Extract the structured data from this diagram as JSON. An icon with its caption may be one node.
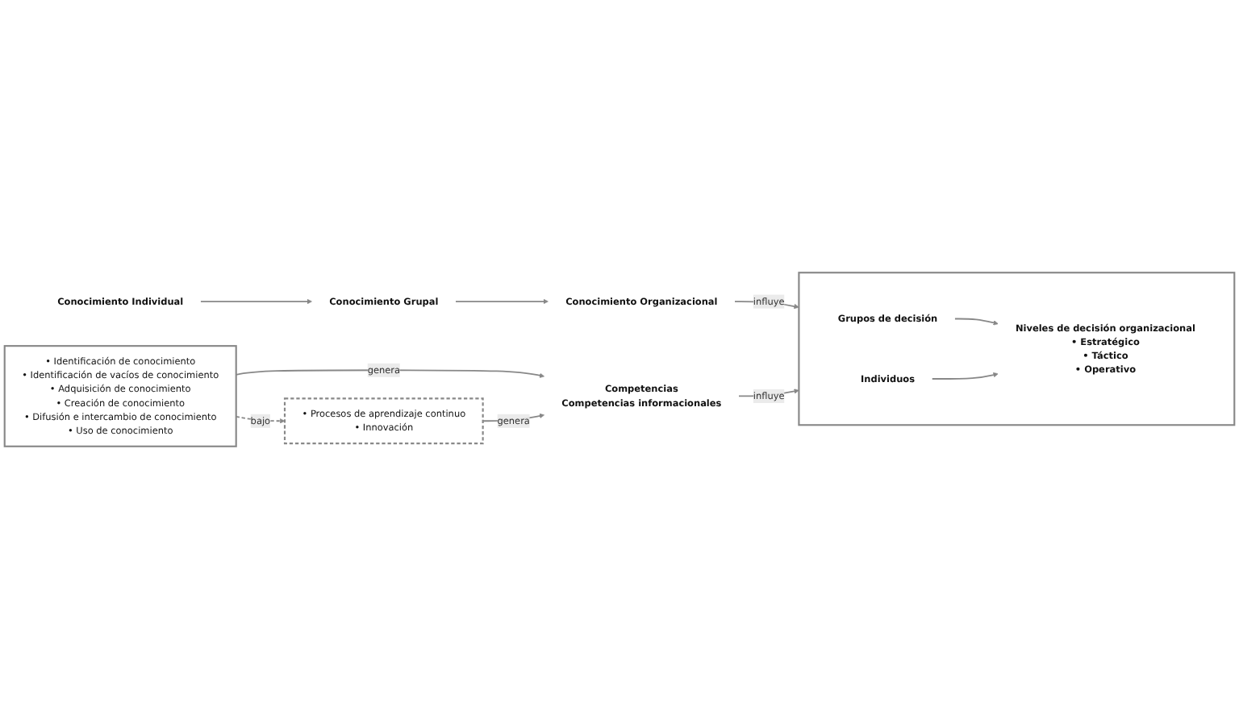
{
  "diagram": {
    "nodes": [
      {
        "text": [
          "Conocimiento Individual"
        ]
      },
      {
        "text": [
          "Conocimiento Grupal"
        ]
      },
      {
        "text": [
          "Conocimiento Organizacional"
        ]
      },
      {
        "text": [],
        "shape": "box"
      },
      {
        "text": [
          "Grupos de decisión"
        ],
        "in": 3
      },
      {
        "text": [
          "Individuos"
        ],
        "in": 3
      },
      {
        "text": [
          "Niveles de decisión organizacional",
          "• Estratégico",
          "• Táctico",
          "• Operativo"
        ],
        "in": 3
      },
      {
        "text": [
          "Competencias",
          "Competencias informacionales"
        ]
      },
      {
        "text": [
          "• Identificación de conocimiento",
          "• Identificación de vacíos de conocimiento",
          "• Adquisición de conocimiento",
          "• Creación de conocimiento",
          "• Difusión e intercambio de conocimiento",
          "• Uso de conocimiento"
        ]
      },
      {
        "text": [
          "• Procesos de aprendizaje continuo",
          "• Innovación"
        ]
      }
    ],
    "edges": [
      {
        "from": 0,
        "to": 1,
        "arrow": "to"
      },
      {
        "from": 1,
        "to": 2,
        "arrow": "to"
      },
      {
        "from": 2,
        "to": 3,
        "arrow": "to",
        "label": "influye"
      },
      {
        "from": 4,
        "to": 6,
        "arrow": "to"
      },
      {
        "from": 5,
        "to": 6,
        "arrow": "to"
      },
      {
        "from": 7,
        "to": 3,
        "arrow": "to",
        "label": "influye"
      },
      {
        "from": 8,
        "to": 7,
        "arrow": "to",
        "label": "genera"
      },
      {
        "from": 9,
        "to": 7,
        "arrow": "to",
        "label": "genera"
      },
      {
        "from": 8,
        "to": 9,
        "arrow": "to",
        "label": "bajo",
        "style": "dashed"
      }
    ]
  }
}
